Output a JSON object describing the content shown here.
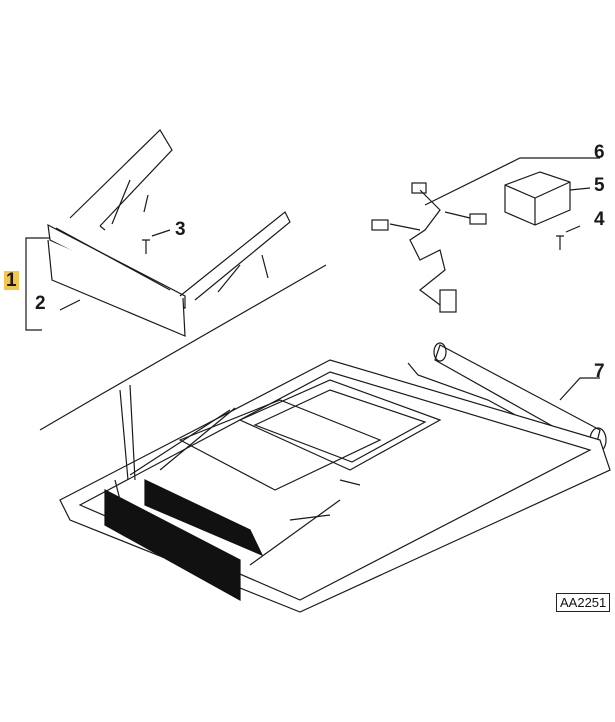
{
  "diagram": {
    "reference_code": "AA2251",
    "callouts": [
      {
        "id": "1",
        "label": "1",
        "highlight": true
      },
      {
        "id": "2",
        "label": "2"
      },
      {
        "id": "3",
        "label": "3"
      },
      {
        "id": "4",
        "label": "4"
      },
      {
        "id": "5",
        "label": "5"
      },
      {
        "id": "6",
        "label": "6"
      },
      {
        "id": "7",
        "label": "7"
      }
    ],
    "colors": {
      "highlight": "#f4c64a",
      "line": "#1a1a1a",
      "fill_dark": "#111111"
    }
  }
}
